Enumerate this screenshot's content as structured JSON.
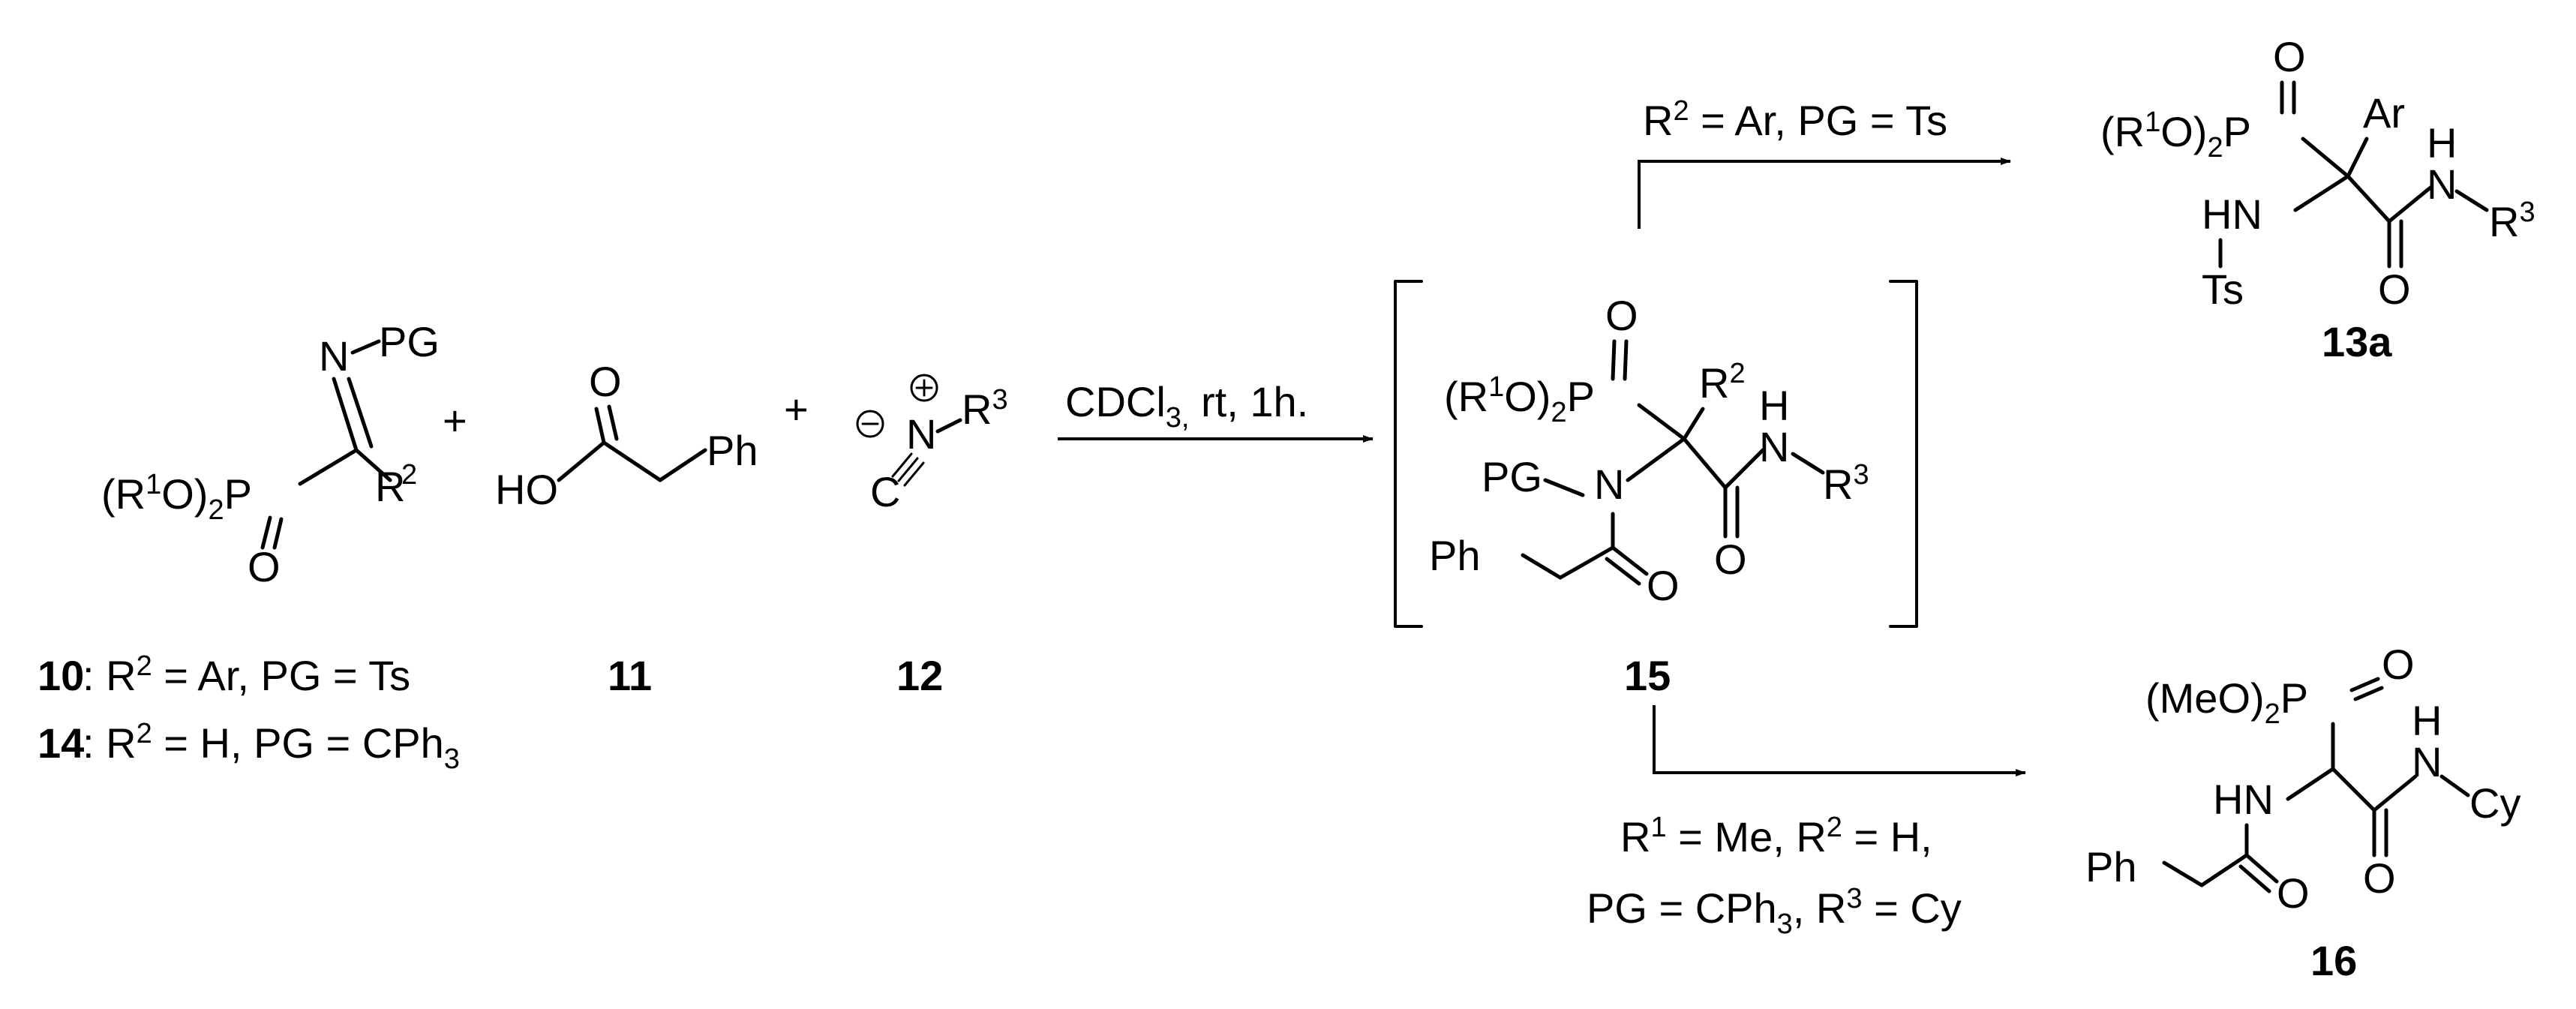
{
  "reagents": {
    "imine_PG": "PG",
    "imine_N": "N",
    "imine_R2": "R",
    "imine_R2_sup": "2",
    "phosphonate_P": "P",
    "phosphonate_O": "O",
    "acid_O_top": "O",
    "acid_HO": "HO",
    "acid_Ph": "Ph",
    "plus": "+",
    "isocyanide_N": "N",
    "isocyanide_C": "C",
    "isocyanide_R3": "R",
    "isocyanide_R3_sup": "3",
    "charge_plus": "+",
    "charge_minus": "−"
  },
  "compound_labels": {
    "c10": "10",
    "c11": "11",
    "c12": "12",
    "c13a": "13a",
    "c14": "14",
    "c15": "15",
    "c16": "16"
  },
  "conditions": {
    "main_arrow": "CDCl",
    "main_arrow_sub": "3,",
    "main_arrow_rest": " rt, 1h.",
    "upper_branch": "R",
    "upper_branch_sup": "2",
    "upper_branch_rest": " = Ar, PG = Ts",
    "lower_line1_a": "R",
    "lower_line1_sup1": "1",
    "lower_line1_b": " = Me, R",
    "lower_line1_sup2": "2",
    "lower_line1_c": " =  H,",
    "lower_line2_a": "PG = CPh",
    "lower_line2_sub": "3",
    "lower_line2_b": ", R",
    "lower_line2_sup": "3",
    "lower_line2_c": " = Cy"
  },
  "definitions": {
    "d10_rest_a": ": R",
    "d10_sup": "2",
    "d10_rest_b": " = Ar, PG = Ts",
    "d14_rest_a": ": R",
    "d14_sup": "2",
    "d14_rest_b": " = H, PG = CPh",
    "d14_sub": "3"
  },
  "structure_text": {
    "R1O2": "(R",
    "R1O2_sup": "1",
    "R1O2_mid": "O)",
    "R1O2_sub": "2",
    "MeO2": "(MeO)",
    "MeO2_sub": "2",
    "P": "P",
    "O": "O",
    "N": "N",
    "H": "H",
    "HN": "HN",
    "Ar": "Ar",
    "Ts": "Ts",
    "Ph": "Ph",
    "PG": "PG",
    "Cy": "Cy",
    "R": "R",
    "sup2": "2",
    "sup3": "3"
  }
}
